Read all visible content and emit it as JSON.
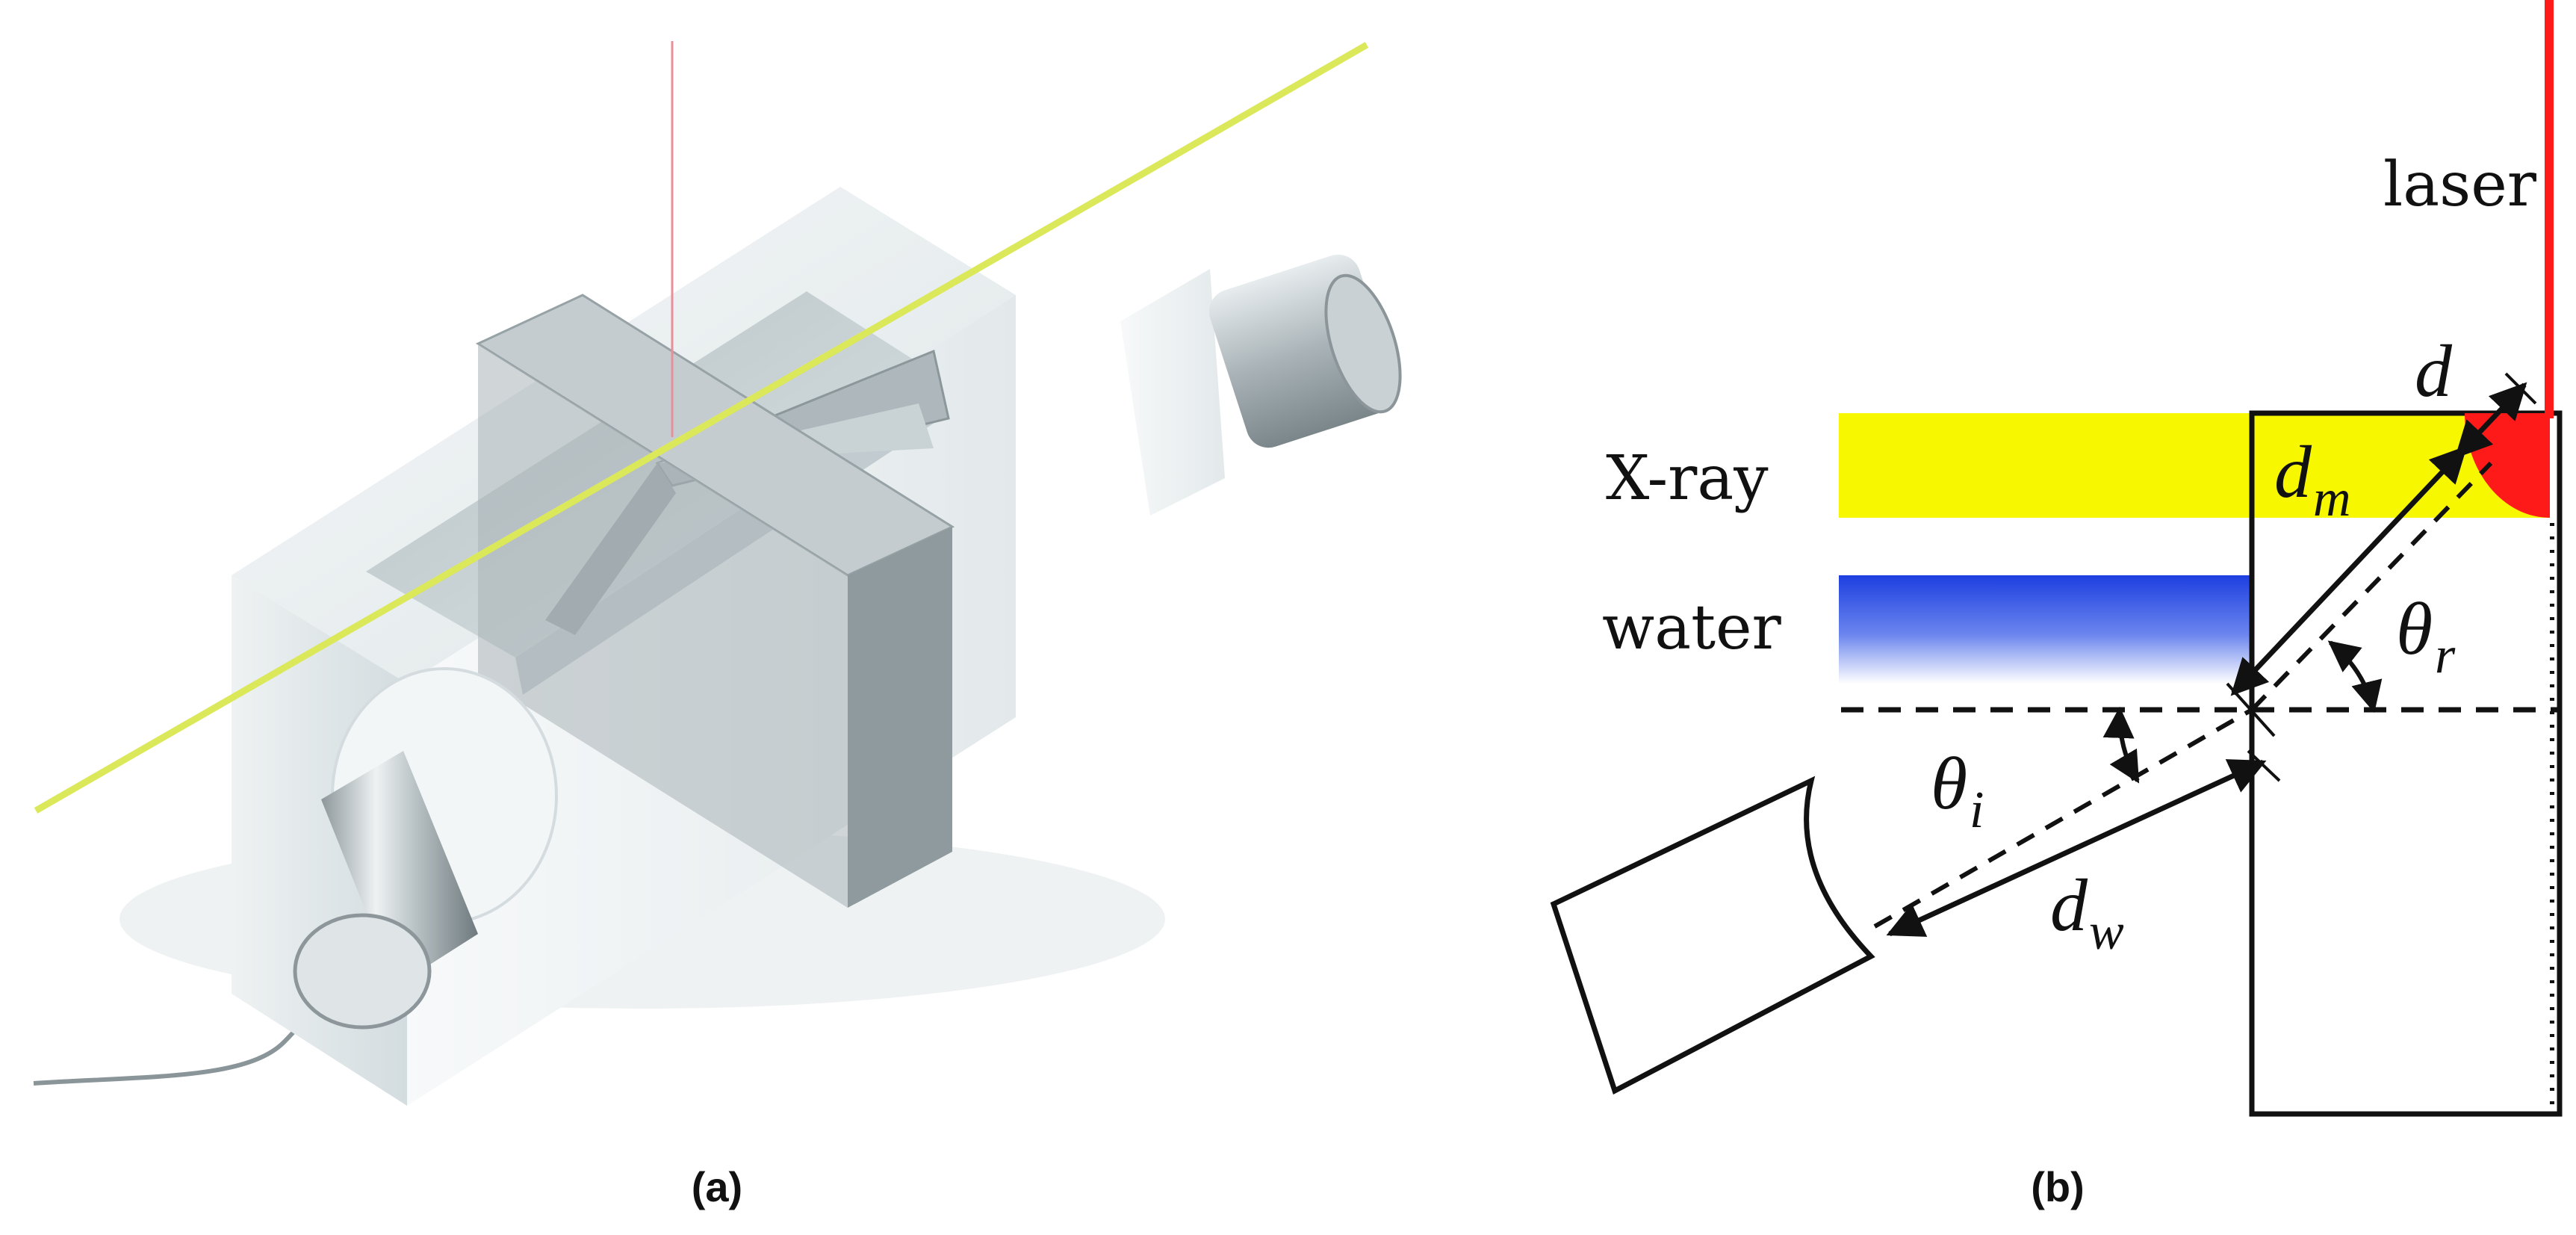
{
  "captions": {
    "left": "(a)",
    "right": "(b)"
  },
  "labels": {
    "laser": "laser",
    "xray": "X-ray",
    "water": "water",
    "d": "d",
    "d_m_base": "d",
    "d_m_sub": "m",
    "d_w_base": "d",
    "d_w_sub": "w",
    "theta_r_base": "θ",
    "theta_r_sub": "r",
    "theta_i_base": "θ",
    "theta_i_sub": "i"
  },
  "colors": {
    "laser": "#ff1a1a",
    "xray": "#f7f700",
    "water": "#1d3fe0",
    "render_xray_beam": "#dbe85a",
    "render_laser_beam": "#e88f9a"
  }
}
